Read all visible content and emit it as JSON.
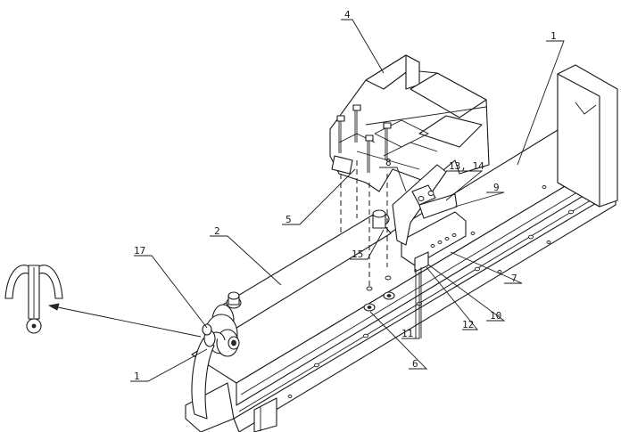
{
  "callouts": {
    "c1_top": "1",
    "c1_bottom": "1",
    "c2": "2",
    "c4": "4",
    "c5": "5",
    "c6": "6",
    "c7": "7",
    "c8": "8",
    "c9": "9",
    "c10": "10",
    "c11": "11",
    "c12": "12",
    "c13_14": "13, 14",
    "c15": "15",
    "c17": "17"
  }
}
